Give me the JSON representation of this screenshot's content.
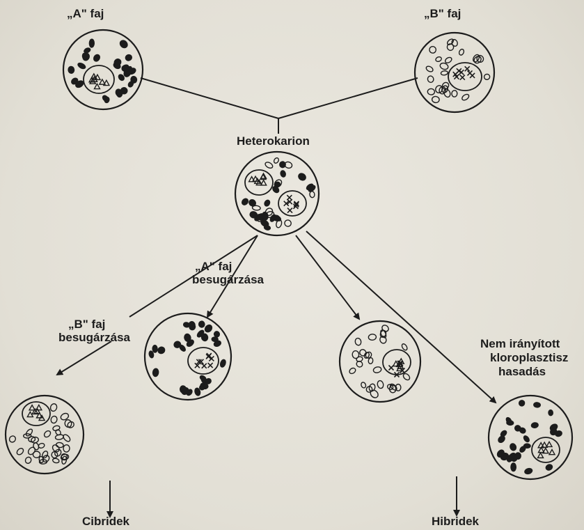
{
  "labels": {
    "species_a": "„A\" faj",
    "species_b": "„B\" faj",
    "heterokaryon": "Heterokarion",
    "irradiation_a_line1": "„A\" faj",
    "irradiation_a_line2": "besugárzása",
    "irradiation_b_line1": "„B\" faj",
    "irradiation_b_line2": "besugárzása",
    "segregation_line1": "Nem irányított",
    "segregation_line2": "kloroplasztisz",
    "segregation_line3": "hasadás",
    "cybrids": "Cibridek",
    "hybrids": "Hibridek"
  },
  "colors": {
    "ink": "#1c1c1c",
    "paper": "#e6e3da"
  }
}
